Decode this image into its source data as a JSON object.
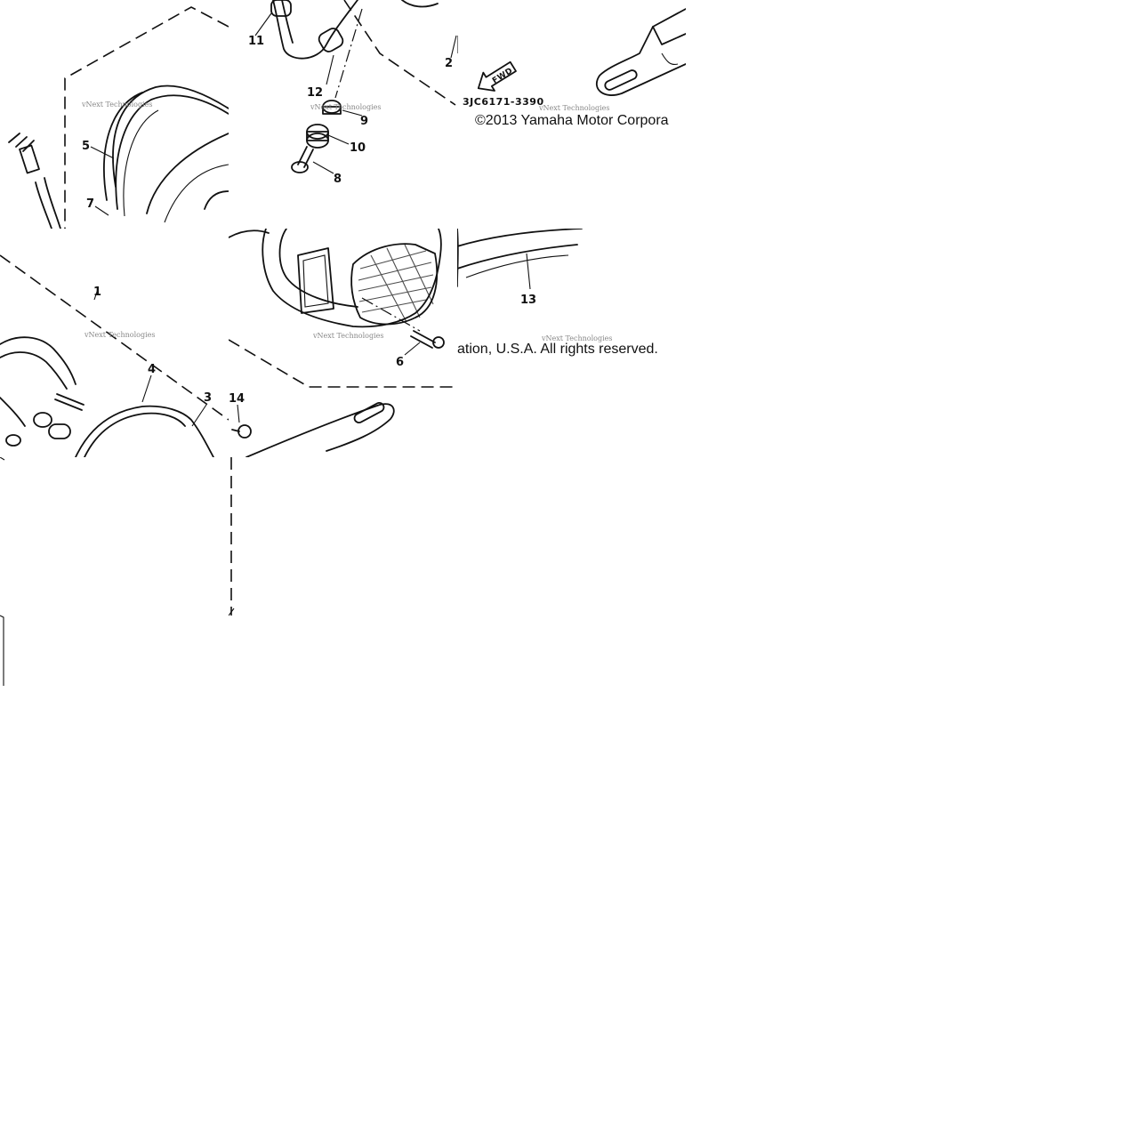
{
  "diagram": {
    "part_code": "3JC6171-3390",
    "copyright_part1": "©2013 Yamaha Motor Corpora",
    "copyright_part2": "ation, U.S.A. All rights reserved.",
    "watermark": "vNext Technologies",
    "fwd_label": "FWD",
    "callouts": {
      "c1": "1",
      "c2": "2",
      "c3": "3",
      "c4": "4",
      "c5": "5",
      "c6": "6",
      "c7": "7",
      "c8": "8",
      "c9": "9",
      "c10": "10",
      "c11": "11",
      "c12": "12",
      "c13": "13",
      "c14": "14"
    }
  }
}
